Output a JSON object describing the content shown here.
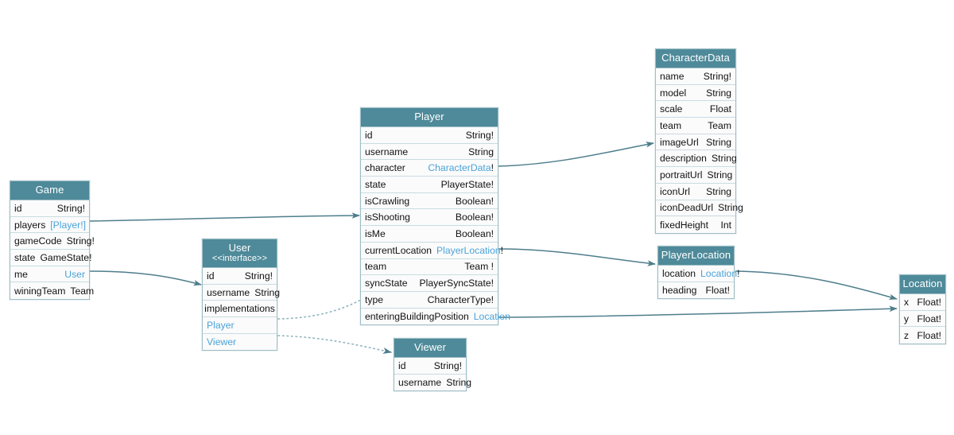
{
  "diagram": {
    "title": "GraphQL Schema Entity Diagram",
    "background": "#ffffff",
    "header_color": "#4e8a99",
    "link_color": "#4aa3d8",
    "edge_color": "#4e7e8c",
    "border_color": "#9fbec7"
  },
  "entities": {
    "game": {
      "name": "Game",
      "fields": [
        {
          "name": "id",
          "type": "String!"
        },
        {
          "name": "players",
          "type": "[Player!]",
          "link": true
        },
        {
          "name": "gameCode",
          "type": "String!"
        },
        {
          "name": "state",
          "type": "GameState!"
        },
        {
          "name": "me",
          "type": "User",
          "link": true
        },
        {
          "name": "winingTeam",
          "type": "Team"
        }
      ]
    },
    "user": {
      "name": "User",
      "stereotype": "<<interface>>",
      "fields": [
        {
          "name": "id",
          "type": "String!"
        },
        {
          "name": "username",
          "type": "String"
        }
      ],
      "implementations_label": "implementations",
      "implementations": [
        {
          "name": "Player"
        },
        {
          "name": "Viewer"
        }
      ]
    },
    "player": {
      "name": "Player",
      "fields": [
        {
          "name": "id",
          "type": "String!"
        },
        {
          "name": "username",
          "type": "String"
        },
        {
          "name": "character",
          "type": "CharacterData",
          "link": true,
          "bang": "!"
        },
        {
          "name": "state",
          "type": "PlayerState!"
        },
        {
          "name": "isCrawling",
          "type": "Boolean!"
        },
        {
          "name": "isShooting",
          "type": "Boolean!"
        },
        {
          "name": "isMe",
          "type": "Boolean!"
        },
        {
          "name": "currentLocation",
          "type": "PlayerLocation",
          "link": true,
          "bang": "!"
        },
        {
          "name": "team",
          "type": "Team !"
        },
        {
          "name": "syncState",
          "type": "PlayerSyncState!"
        },
        {
          "name": "type",
          "type": "CharacterType!"
        },
        {
          "name": "enteringBuildingPosition",
          "type": "Location",
          "link": true
        }
      ]
    },
    "viewer": {
      "name": "Viewer",
      "fields": [
        {
          "name": "id",
          "type": "String!"
        },
        {
          "name": "username",
          "type": "String"
        }
      ]
    },
    "character_data": {
      "name": "CharacterData",
      "fields": [
        {
          "name": "name",
          "type": "String!"
        },
        {
          "name": "model",
          "type": "String"
        },
        {
          "name": "scale",
          "type": "Float"
        },
        {
          "name": "team",
          "type": "Team"
        },
        {
          "name": "imageUrl",
          "type": "String"
        },
        {
          "name": "description",
          "type": "String"
        },
        {
          "name": "portraitUrl",
          "type": "String"
        },
        {
          "name": "iconUrl",
          "type": "String"
        },
        {
          "name": "iconDeadUrl",
          "type": "String"
        },
        {
          "name": "fixedHeight",
          "type": "Int"
        }
      ]
    },
    "player_location": {
      "name": "PlayerLocation",
      "fields": [
        {
          "name": "location",
          "type": "Location",
          "link": true,
          "bang": "!"
        },
        {
          "name": "heading",
          "type": "Float!"
        }
      ]
    },
    "location": {
      "name": "Location",
      "fields": [
        {
          "name": "x",
          "type": "Float!"
        },
        {
          "name": "y",
          "type": "Float!"
        },
        {
          "name": "z",
          "type": "Float!"
        }
      ]
    }
  },
  "relationships": [
    {
      "id": "game-players-to-player",
      "from": "Game.players",
      "to": "Player",
      "style": "solid"
    },
    {
      "id": "game-me-to-user",
      "from": "Game.me",
      "to": "User",
      "style": "solid"
    },
    {
      "id": "player-character-to-characterdata",
      "from": "Player.character",
      "to": "CharacterData",
      "style": "solid"
    },
    {
      "id": "player-currentlocation-to-playerlocation",
      "from": "Player.currentLocation",
      "to": "PlayerLocation",
      "style": "solid"
    },
    {
      "id": "player-enteringbuildingposition-to-location",
      "from": "Player.enteringBuildingPosition",
      "to": "Location",
      "style": "solid"
    },
    {
      "id": "playerlocation-location-to-location",
      "from": "PlayerLocation.location",
      "to": "Location",
      "style": "solid"
    },
    {
      "id": "user-implements-player",
      "from": "User.implementations.Player",
      "to": "Player",
      "style": "dotted"
    },
    {
      "id": "user-implements-viewer",
      "from": "User.implementations.Viewer",
      "to": "Viewer",
      "style": "dotted"
    }
  ]
}
